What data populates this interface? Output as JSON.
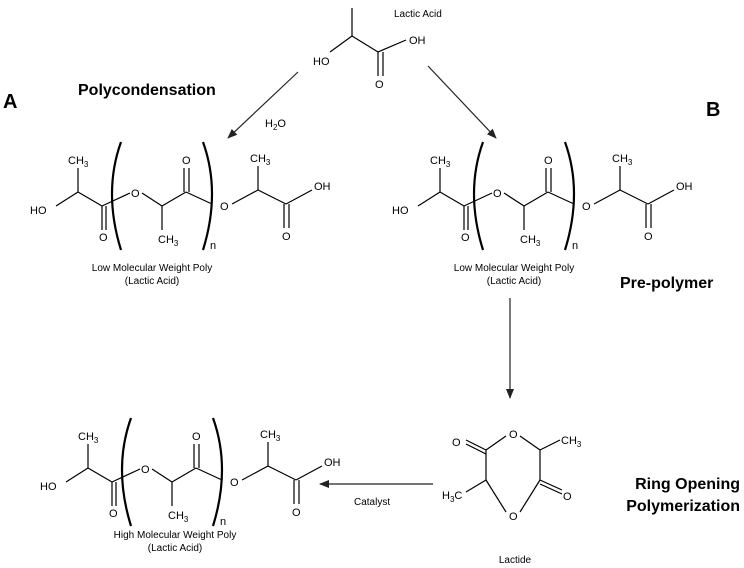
{
  "labels": {
    "lactic_acid": "Lactic Acid",
    "route_a": "A",
    "route_b": "B",
    "polycondensation": "Polycondensation",
    "water": "H",
    "water_sub": "2",
    "water_o": "O",
    "low_mw_a_line1": "Low Molecular Weight Poly",
    "low_mw_a_line2": "(Lactic Acid)",
    "low_mw_b_line1": "Low Molecular Weight Poly",
    "low_mw_b_line2": "(Lactic Acid)",
    "prepolymer": "Pre-polymer",
    "high_mw_line1": "High Molecular Weight Poly",
    "high_mw_line2": "(Lactic Acid)",
    "catalyst": "Catalyst",
    "ring_opening_line1": "Ring Opening",
    "ring_opening_line2": "Polymerization",
    "lactide": "Lactide"
  },
  "atoms": {
    "ch3": "CH",
    "three": "3",
    "ho": "HO",
    "oh": "OH",
    "o": "O",
    "n": "n",
    "h3c_h": "H",
    "h3c_c": "C"
  }
}
